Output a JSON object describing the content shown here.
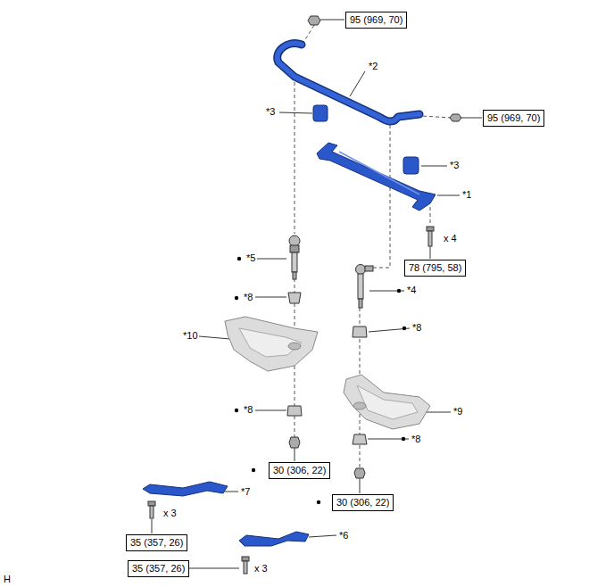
{
  "diagram": {
    "nodes": [
      {
        "text": [
          "95 (969, 70)"
        ]
      },
      {
        "text": [
          "95 (969, 70)"
        ]
      },
      {
        "text": [
          "78 (795, 58)"
        ]
      },
      {
        "text": [
          "30 (306, 22)"
        ]
      },
      {
        "text": [
          "30 (306, 22)"
        ]
      },
      {
        "text": [
          "35 (357, 26)"
        ]
      },
      {
        "text": [
          "35 (357, 26)"
        ]
      }
    ],
    "edges": [],
    "labels": [
      "*2",
      "*3",
      "*3",
      "*1",
      "x 4",
      "*5",
      "*4",
      "*8",
      "*8",
      "*10",
      "*9",
      "*8",
      "*8",
      "*7",
      "x 3",
      "*6",
      "x 3",
      "H"
    ]
  }
}
